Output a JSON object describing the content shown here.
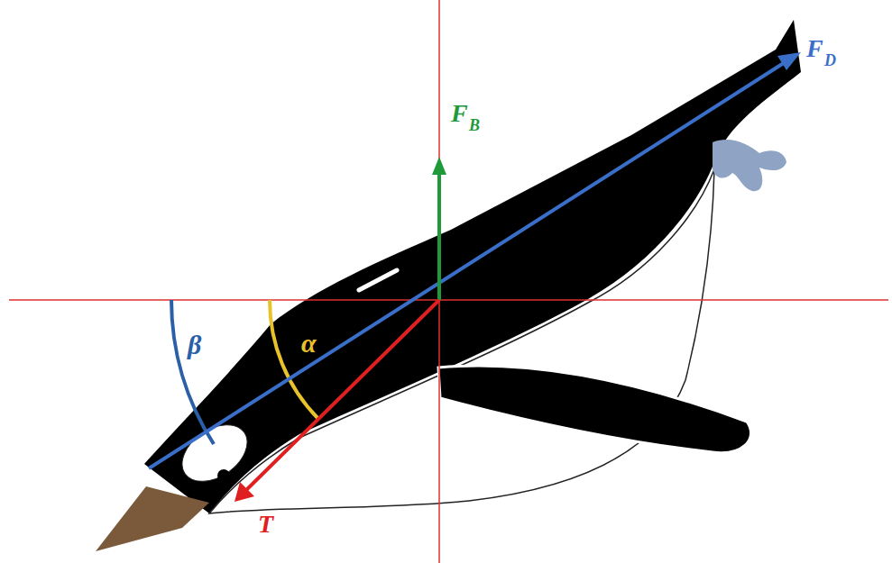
{
  "diagram": {
    "labels": [
      "F",
      "B",
      "F",
      "D",
      "T",
      "α",
      "β"
    ]
  }
}
